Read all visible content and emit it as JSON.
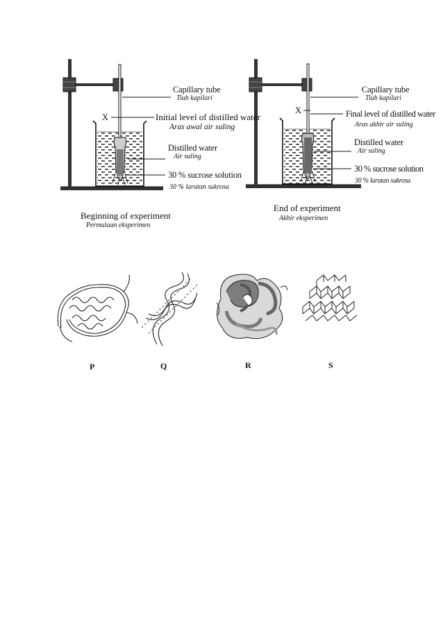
{
  "experiment": {
    "left": {
      "capillary_tube": "Capillary tube",
      "capillary_tube_ms": "Tiub kapilari",
      "x_mark": "X",
      "initial_level": "Initial level of distilled water",
      "initial_level_ms": "Aras awal air suling",
      "distilled_water": "Distilled water",
      "distilled_water_ms": "Air suling",
      "sucrose": "30 % sucrose solution",
      "sucrose_ms": "30 % larutan sukrosa",
      "caption": "Beginning of experiment",
      "caption_ms": "Permulaan eksperimen"
    },
    "right": {
      "capillary_tube": "Capillary tube",
      "capillary_tube_ms": "Tiub kapilari",
      "x_mark": "X",
      "final_level": "Final level of distilled water",
      "final_level_ms": "Aras akhir air suling",
      "distilled_water": "Distilled water",
      "distilled_water_ms": "Air suling",
      "sucrose": "30 % sucrose solution",
      "sucrose_ms": "30 % larutan sukrosa",
      "caption": "End of experiment",
      "caption_ms": "Akhir eksperimen"
    }
  },
  "structures": {
    "labels": [
      "P",
      "Q",
      "R",
      "S"
    ]
  }
}
